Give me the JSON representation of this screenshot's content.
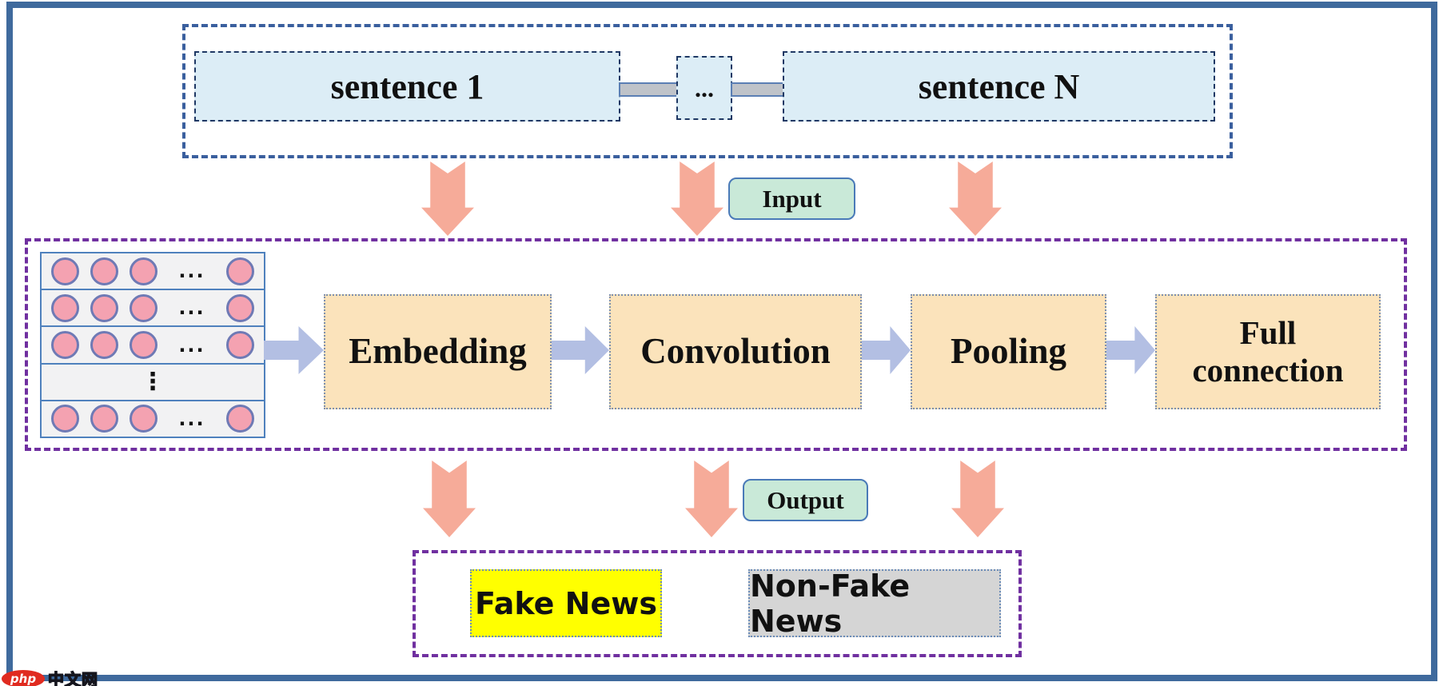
{
  "input_row": {
    "sentence_1": "sentence 1",
    "ellipsis": "...",
    "sentence_n": "sentence N"
  },
  "labels": {
    "input": "Input",
    "output": "Output"
  },
  "matrix": {
    "row_ellipsis": "...",
    "vertical_ellipsis": "⋮"
  },
  "pipeline": [
    {
      "label": "Embedding"
    },
    {
      "label": "Convolution"
    },
    {
      "label": "Pooling"
    },
    {
      "label": "Full connection"
    }
  ],
  "results": [
    {
      "label": "Fake News",
      "color": "#ffff00"
    },
    {
      "label": "Non-Fake News",
      "color": "#d5d5d5"
    }
  ],
  "watermark": {
    "logo": "php",
    "site": "中文网"
  },
  "colors": {
    "frame_blue": "#3f6a9d",
    "top_dash_blue": "#3a5f9e",
    "purple_dash": "#7030a0",
    "sentence_fill": "#dcedf6",
    "pipeline_fill": "#fbe3bb",
    "down_arrow_salmon": "#f6ab99",
    "right_arrow_periwinkle": "#b3bfe3",
    "stage_label_mint": "#c9e9d8",
    "matrix_row_fill": "#f2f2f3",
    "matrix_border_blue": "#4f81bd",
    "circle_pink": "#f4a2b1",
    "circle_border": "#6f7ab5",
    "connector_gray": "#bfc3c9"
  }
}
